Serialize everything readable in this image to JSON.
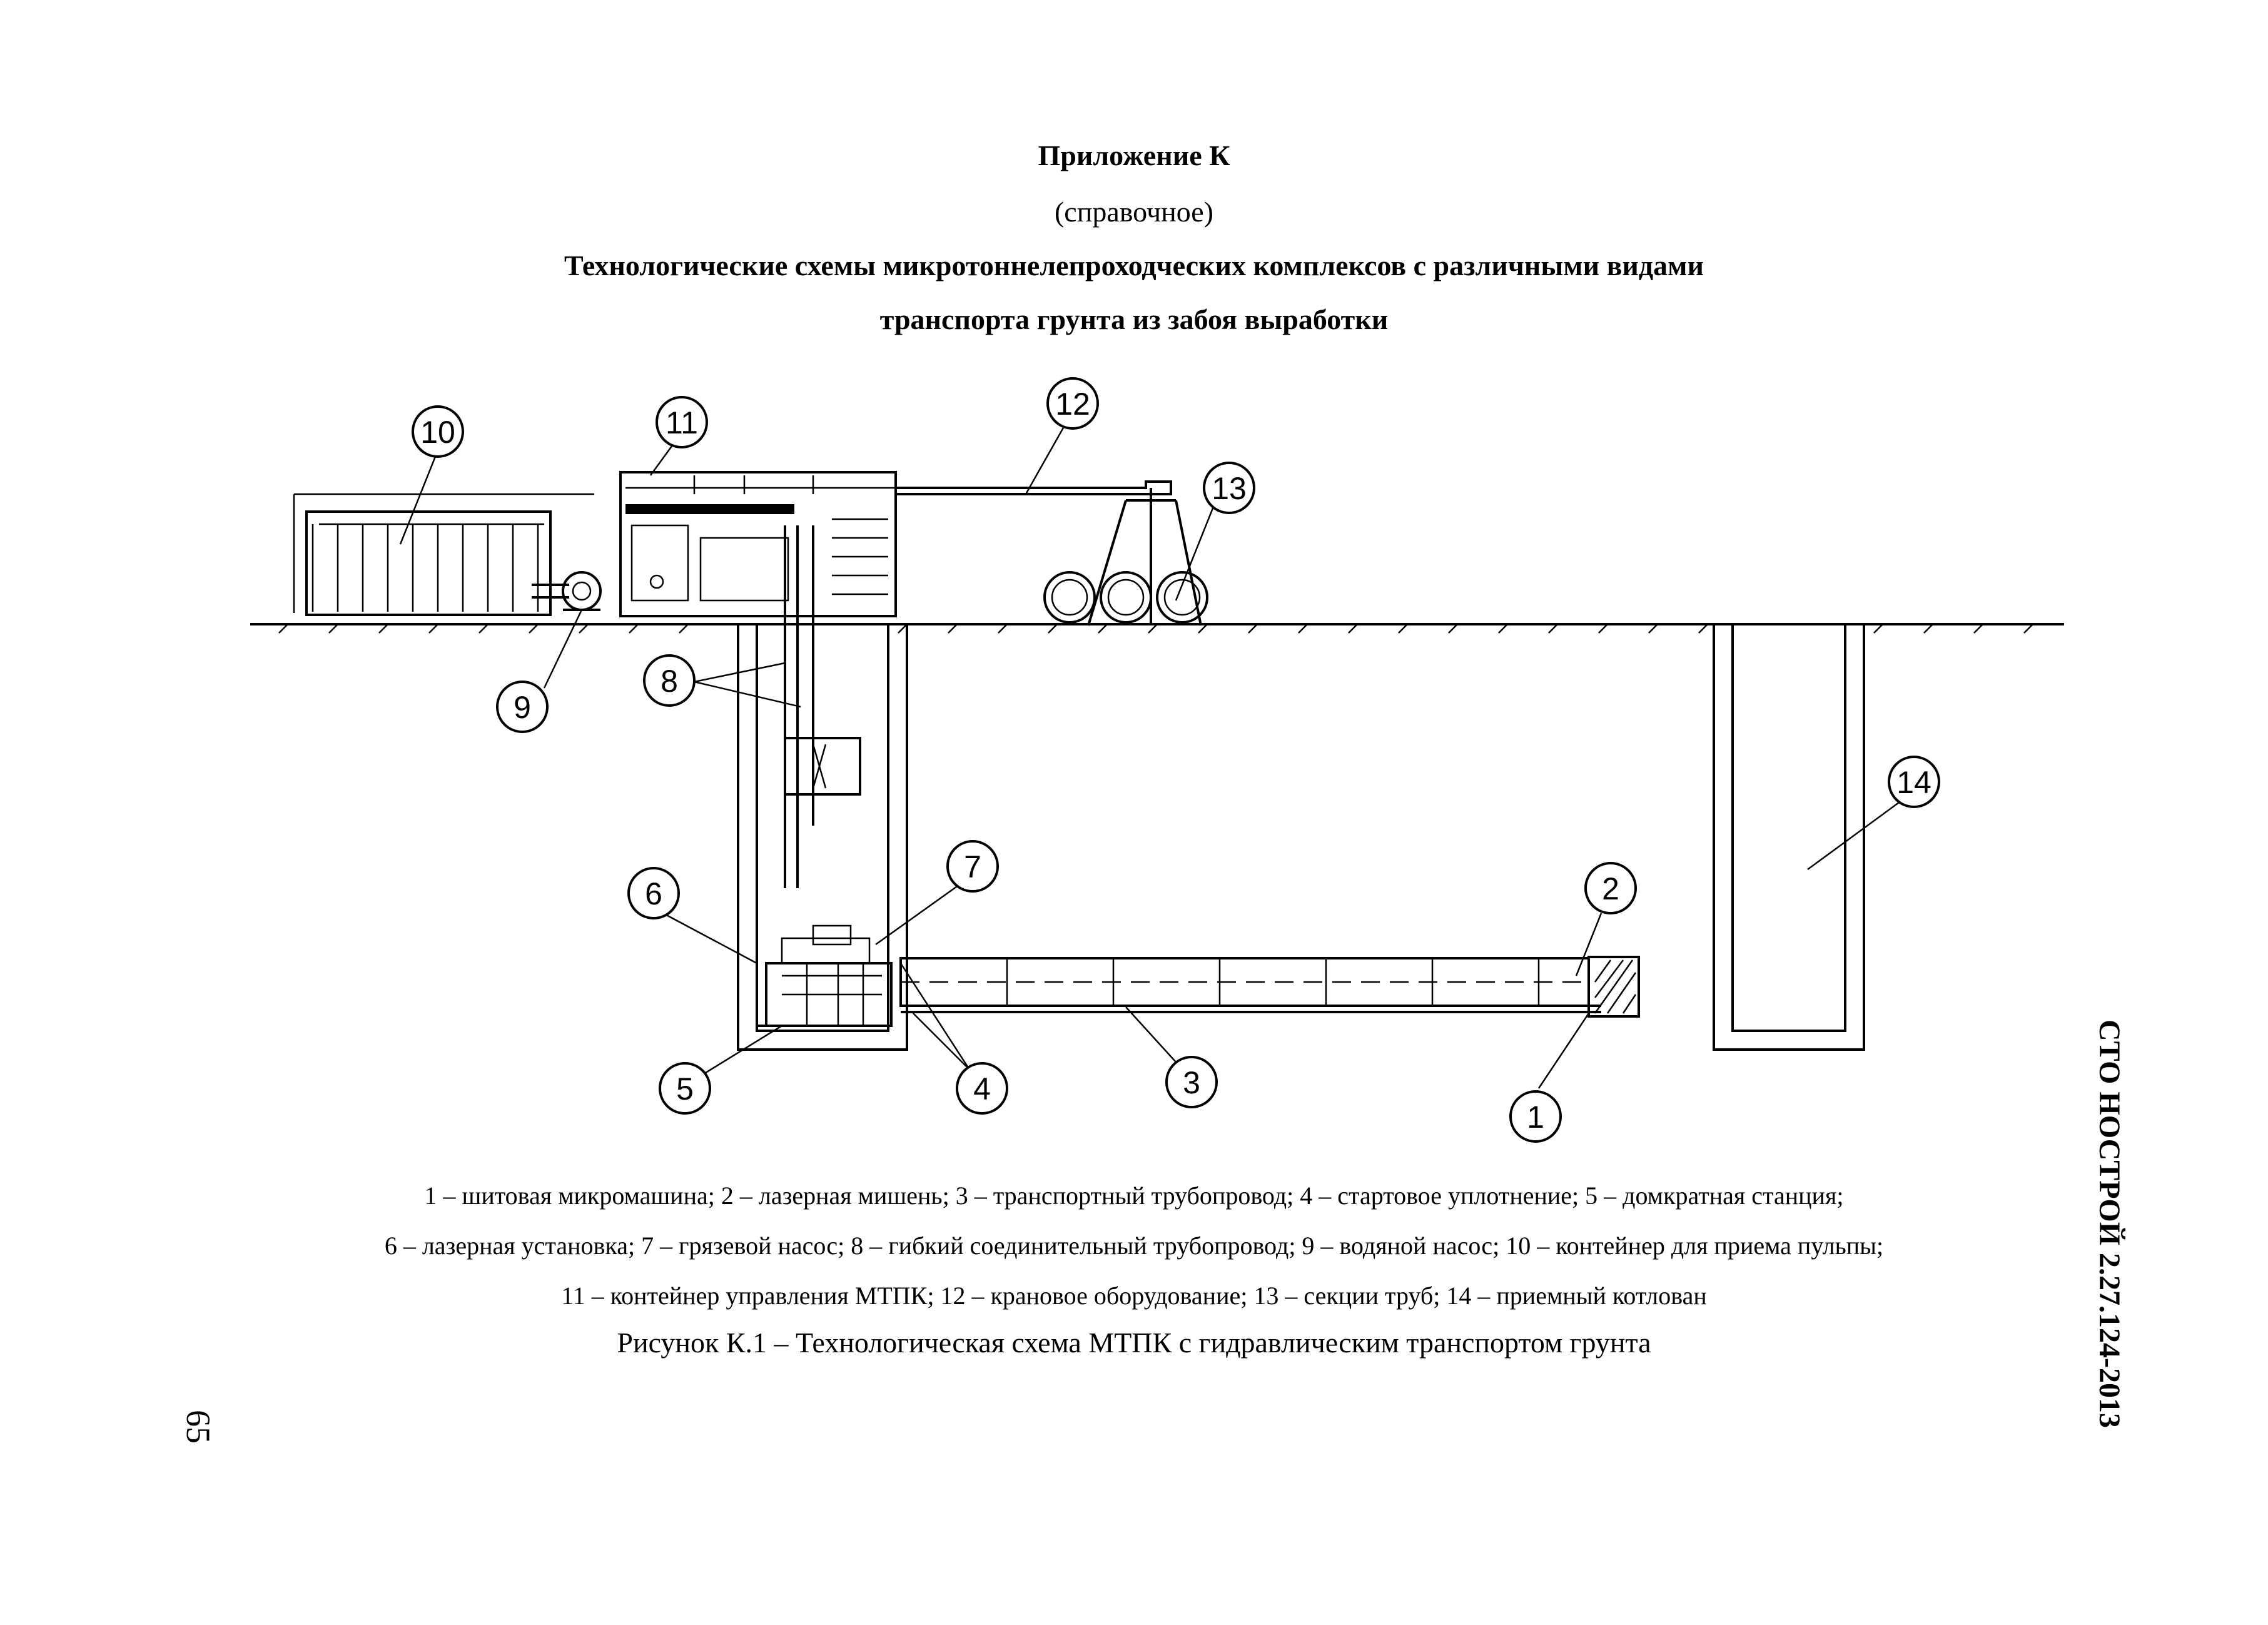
{
  "header": {
    "appendix_title": "Приложение К",
    "appendix_note": "(справочное)",
    "section_title_line1": "Технологические схемы микротоннелепроходческих комплексов с различными видами",
    "section_title_line2": "транспорта грунта из забоя выработки"
  },
  "diagram": {
    "callouts": [
      "1",
      "2",
      "3",
      "4",
      "5",
      "6",
      "7",
      "8",
      "9",
      "10",
      "11",
      "12",
      "13",
      "14"
    ]
  },
  "legend": {
    "line1": "1 – шитовая микромашина; 2 – лазерная мишень; 3 – транспортный трубопровод; 4 – стартовое уплотнение; 5 – домкратная станция;",
    "line2": "6 – лазерная установка; 7 – грязевой насос; 8 – гибкий соединительный трубопровод; 9 – водяной насос; 10 – контейнер для приема пульпы;",
    "line3": "11 – контейнер управления МТПК; 12 – крановое оборудование; 13 – секции труб; 14 – приемный котлован"
  },
  "figure_caption": "Рисунок К.1 – Технологическая схема МТПК с гидравлическим транспортом грунта",
  "side": {
    "document_code": "СТО НОСТРОЙ 2.27.124-2013",
    "page_number": "65"
  }
}
